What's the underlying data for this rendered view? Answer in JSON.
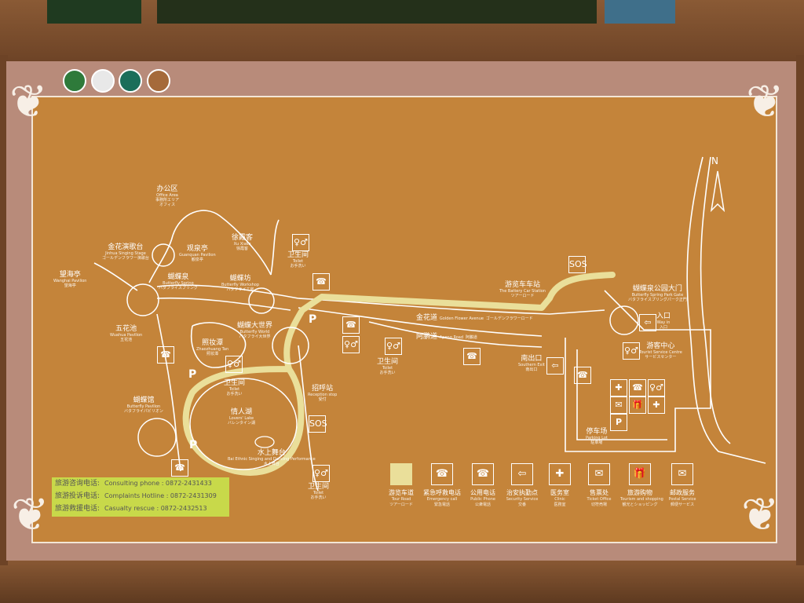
{
  "map": {
    "north_label": "N",
    "places": [
      {
        "id": "office",
        "zh": "办公区",
        "en": "Office Area",
        "jp": "事務所エリア",
        "extra": "オフィス"
      },
      {
        "id": "golden-flower-stage",
        "zh": "金花演歌台",
        "en": "Jinhua Singing Stage",
        "jp": "ゴールデンフラワー演歌台"
      },
      {
        "id": "guanquan",
        "zh": "观泉亭",
        "en": "Guanquan Pavilion",
        "jp": "観泉亭"
      },
      {
        "id": "xixia",
        "zh": "徐霞客",
        "en": "Xu Xiake",
        "jp": "徐霞客"
      },
      {
        "id": "wanghai",
        "zh": "望海亭",
        "en": "Wanghai Pavilion",
        "jp": "望海亭"
      },
      {
        "id": "butterfly-spring",
        "zh": "蝴蝶泉",
        "en": "Butterfly Spring",
        "jp": "バタフライスプリング"
      },
      {
        "id": "butterfly-workshop",
        "zh": "蝴蝶坊",
        "en": "Butterfly Workshop",
        "jp": "バタフライ工房"
      },
      {
        "id": "toilet-1",
        "zh": "卫生间",
        "en": "Toilet",
        "jp": "お手洗い"
      },
      {
        "id": "wuhua",
        "zh": "五花池",
        "en": "Wuahua Pavilion",
        "jp": "五花池"
      },
      {
        "id": "butterfly-world",
        "zh": "蝴蝶大世界",
        "en": "Butterfly World",
        "jp": "バタフライ大世界"
      },
      {
        "id": "zhaohuo",
        "zh": "照妆潭",
        "en": "Zhaozhuang Tan",
        "jp": "照妆潭"
      },
      {
        "id": "butterfly-pavilion",
        "zh": "蝴蝶馆",
        "en": "Butterfly Pavilion",
        "jp": "バタフライパビリオン"
      },
      {
        "id": "toilet-2",
        "zh": "卫生间",
        "en": "Toilet",
        "jp": "お手洗い"
      },
      {
        "id": "lovers-lake",
        "zh": "情人湖",
        "en": "Lovers' Lake",
        "jp": "バレンタイン湖"
      },
      {
        "id": "water-stage",
        "zh": "水上舞台",
        "en": "Bai Ethnic Singing and Dancing Performance",
        "jp": "水上舞台"
      },
      {
        "id": "toilet-3",
        "zh": "卫生间",
        "en": "Toilet",
        "jp": "お手洗い"
      },
      {
        "id": "toilet-4",
        "zh": "卫生间",
        "en": "Toilet",
        "jp": "お手洗い"
      },
      {
        "id": "reception",
        "zh": "招呼站",
        "en": "Reception stop",
        "jp": "受付"
      },
      {
        "id": "battery-car-station",
        "zh": "游览车车站",
        "en": "The Battery Car Station",
        "jp": "ツアーロード"
      },
      {
        "id": "golden-flower-avenue",
        "zh": "金花道",
        "en": "Golden Flower Avenue",
        "jp": "ゴールデンフラワーロード"
      },
      {
        "id": "apeng-road",
        "zh": "阿鹏道",
        "en": "Apeng Road",
        "jp": "阿鵬道"
      },
      {
        "id": "south-exit",
        "zh": "南出口",
        "en": "Southern Exit",
        "jp": "南出口"
      },
      {
        "id": "main-gate",
        "zh": "蝴蝶泉公园大门",
        "en": "Butterfly Spring Park Gate",
        "jp": "バタフライスプリングパーク正門"
      },
      {
        "id": "entrance",
        "zh": "入口",
        "en": "Way in",
        "jp": "入口"
      },
      {
        "id": "visitor-center",
        "zh": "游客中心",
        "en": "Tourist Service Centre",
        "jp": "サービスセンター"
      },
      {
        "id": "parking",
        "zh": "停车场",
        "en": "Parking Lot",
        "jp": "駐車場"
      }
    ]
  },
  "legend": [
    {
      "zh": "游览车道",
      "en": "Tour Road",
      "jp": "ツアーロード",
      "icon": "tour-road-swatch"
    },
    {
      "zh": "紧急呼救电话",
      "en": "Emergency call",
      "jp": "緊急電話",
      "icon": "sos-phone-icon"
    },
    {
      "zh": "公用电话",
      "en": "Public Phone",
      "jp": "公衆電話",
      "icon": "phone-icon"
    },
    {
      "zh": "治安执勤点",
      "en": "Security Service",
      "jp": "交番",
      "icon": "security-icon"
    },
    {
      "zh": "医务室",
      "en": "Clinic",
      "jp": "医務室",
      "icon": "clinic-icon"
    },
    {
      "zh": "售票处",
      "en": "Ticket Office",
      "jp": "切符売場",
      "icon": "ticket-icon"
    },
    {
      "zh": "旅游购物",
      "en": "Tourism and shopping",
      "jp": "観光とショッピング",
      "icon": "gift-icon"
    },
    {
      "zh": "邮政服务",
      "en": "Postal Service",
      "jp": "郵便サービス",
      "icon": "mail-icon"
    }
  ],
  "hotline": [
    {
      "zh": "旅游咨询电话:",
      "en": "Consulting phone : 0872-2431433"
    },
    {
      "zh": "旅游投诉电话:",
      "en": "Complaints Hotline : 0872-2431309"
    },
    {
      "zh": "旅游救援电话:",
      "en": "Casualty rescue : 0872-2432513"
    }
  ],
  "icons": {
    "phone_glyph": "☎",
    "sos_label": "SOS",
    "parking_label": "P",
    "toilet_glyph": "♀♂",
    "plus_glyph": "✚",
    "mail_glyph": "✉",
    "gift_glyph": "🎁",
    "arrow_glyph": "⇦"
  },
  "colors": {
    "map_bg": "#c4843a",
    "tour_road": "#eadf9a",
    "board": "#b88b7a",
    "hotline_bg": "#c8d94a"
  }
}
